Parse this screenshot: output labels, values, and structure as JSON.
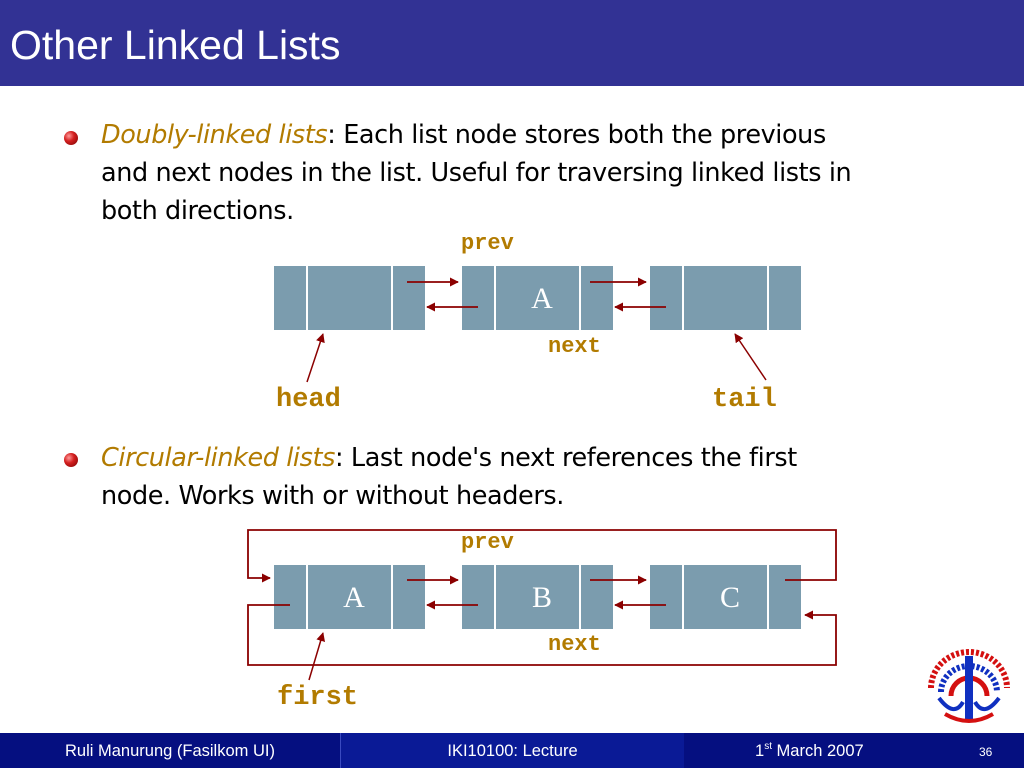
{
  "title": "Other Linked Lists",
  "bullets": [
    {
      "term": "Doubly-linked lists",
      "separator": ": ",
      "lines": [
        "Each list node stores both the previous",
        "and next nodes in the list. Useful for traversing linked lists in",
        "both directions."
      ]
    },
    {
      "term": "Circular-linked lists",
      "separator": ": ",
      "lines": [
        "Last node's next references the first",
        "node. Works with or without headers."
      ]
    }
  ],
  "doubly_diagram": {
    "node_values": [
      "",
      "A",
      ""
    ],
    "label_prev": "prev",
    "label_next": "next",
    "label_head": "head",
    "label_tail": "tail"
  },
  "circular_diagram": {
    "node_values": [
      "A",
      "B",
      "C"
    ],
    "label_prev": "prev",
    "label_next": "next",
    "label_first": "first"
  },
  "footer": {
    "author": "Ruli Manurung (Fasilkom UI)",
    "course": "IKI10100: Lecture",
    "date_day": "1",
    "date_suffix": "st",
    "date_rest": " March 2007",
    "page_number": "36"
  },
  "colors": {
    "title_bar": "#323294",
    "term": "#b27b00",
    "node_fill": "#7b9cae",
    "arrow": "#8b0000",
    "footer": "#000080"
  },
  "icons": [
    "bullet-ball-icon",
    "university-logo-icon"
  ]
}
